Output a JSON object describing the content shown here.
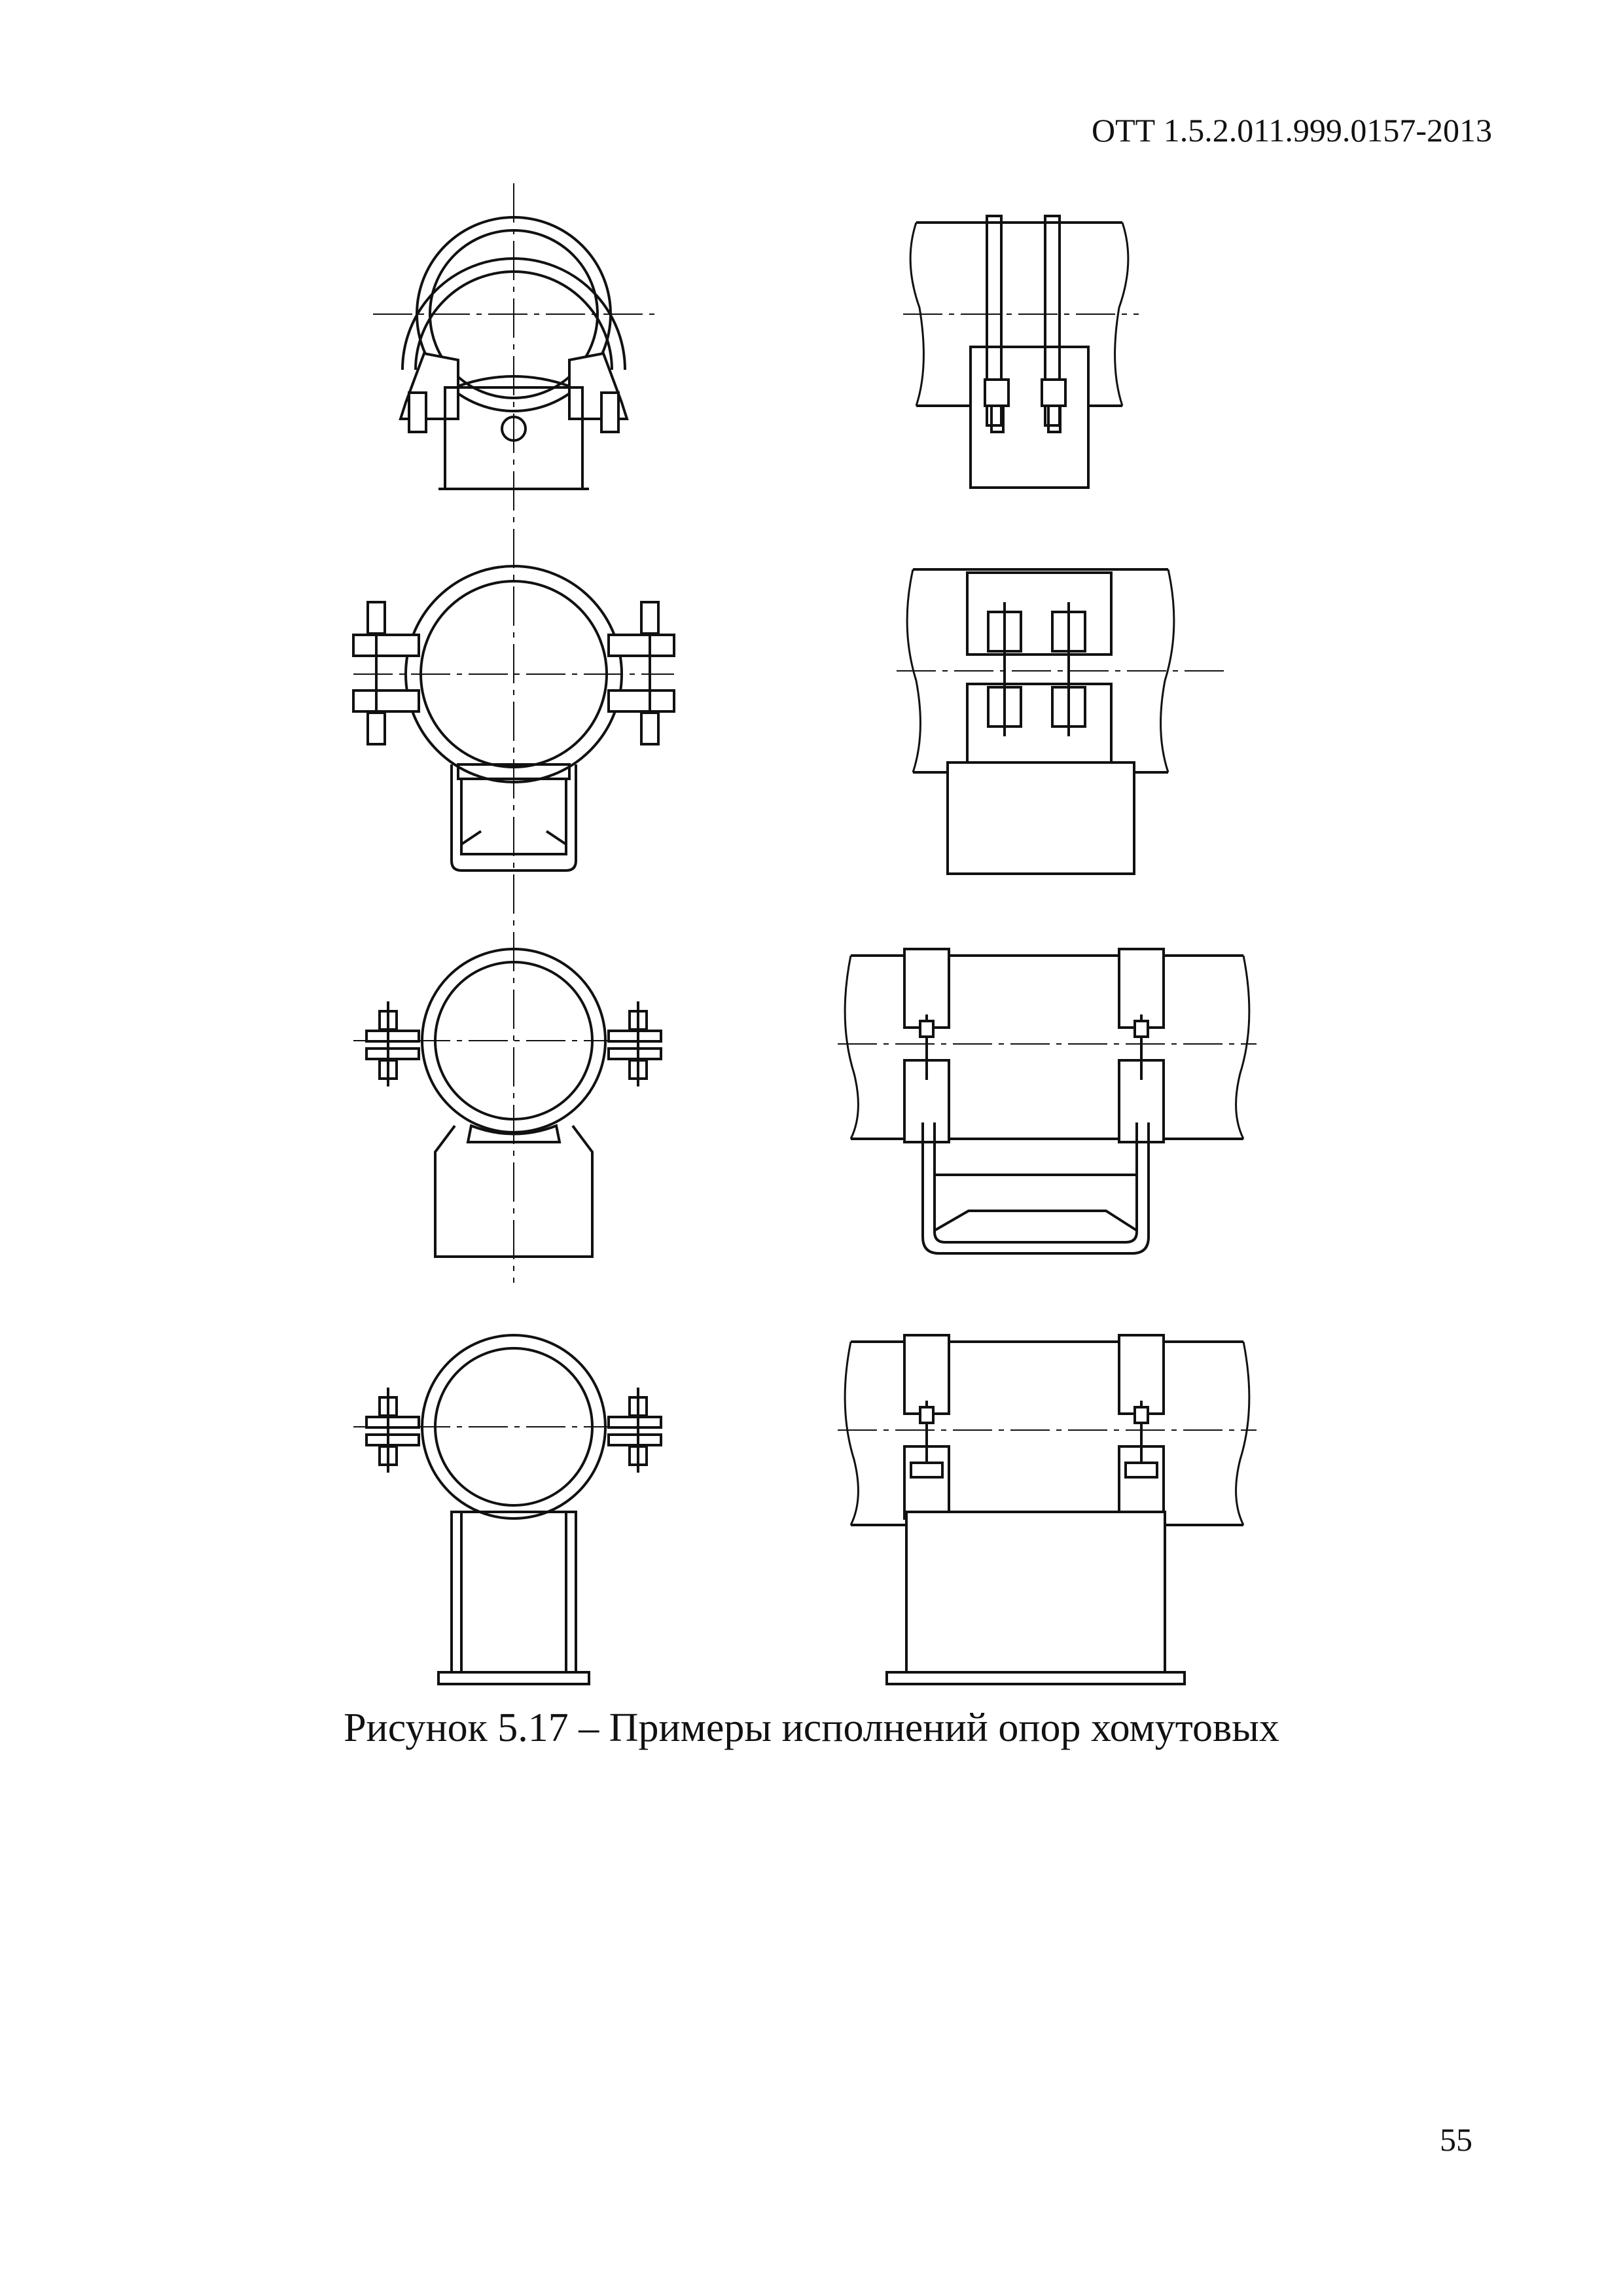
{
  "header": {
    "document_code": "ОТТ 1.5.2.011.999.0157-2013"
  },
  "figure": {
    "caption": "Рисунок 5.17 – Примеры исполнений опор хомутовых",
    "variants": [
      {
        "id": "u-bolt-clamp",
        "views": [
          "front-view",
          "side-view"
        ]
      },
      {
        "id": "double-bolted-clamp-with-u-cradle",
        "views": [
          "front-view",
          "side-view"
        ]
      },
      {
        "id": "bolted-clamp-with-trapezoid-base",
        "views": [
          "front-view",
          "side-view"
        ]
      },
      {
        "id": "bolted-clamp-with-plate-base",
        "views": [
          "front-view",
          "side-view"
        ]
      }
    ]
  },
  "footer": {
    "page_number": "55"
  }
}
